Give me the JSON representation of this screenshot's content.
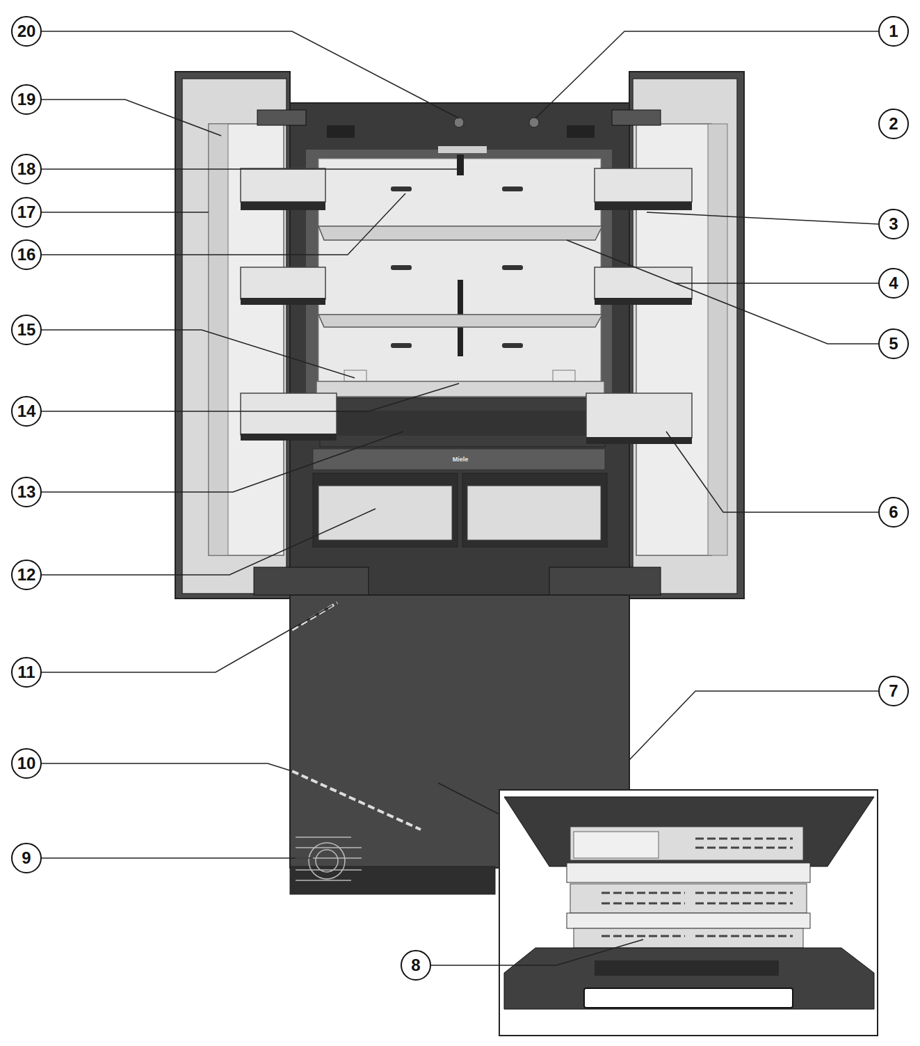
{
  "diagram": {
    "labels": [
      "20",
      "1",
      "19",
      "2",
      "18",
      "17",
      "3",
      "16",
      "4",
      "15",
      "5",
      "14",
      "6",
      "13",
      "12",
      "11",
      "7",
      "10",
      "9",
      "8",
      "Miele"
    ]
  }
}
